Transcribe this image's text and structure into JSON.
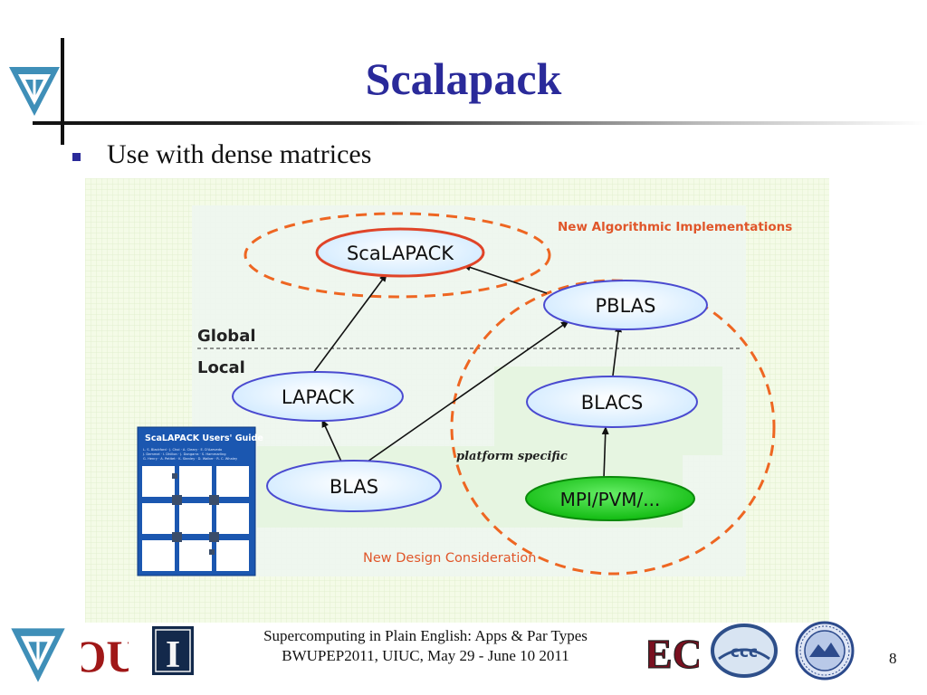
{
  "slide": {
    "title": "Scalapack",
    "bullets": [
      "Use with dense matrices"
    ],
    "slide_number": "8"
  },
  "footer": {
    "line1": "Supercomputing in Plain English: Apps & Par Types",
    "line2": "BWUPEP2011, UIUC, May 29 - June 10 2011"
  },
  "diagram": {
    "regions": {
      "top": "New Algorithmic Implementations",
      "global": "Global",
      "local": "Local",
      "platform": "platform specific",
      "bottom": "New Design Consideration"
    },
    "nodes": {
      "scalapack": "ScaLAPACK",
      "pblas": "PBLAS",
      "lapack": "LAPACK",
      "blacs": "BLACS",
      "blas": "BLAS",
      "mpi": "MPI/PVM/..."
    },
    "book": {
      "title": "ScaLAPACK Users' Guide",
      "authors_line1": "L. S. Blackford · J. Choi · A. Cleary · E. D'Azevedo",
      "authors_line2": "J. Demmel · I. Dhillon · J. Dongarra · S. Hammarling",
      "authors_line3": "G. Henry · A. Petitet · K. Stanley · D. Walker · R. C. Whaley"
    }
  },
  "logos": {
    "ou": "OU",
    "illinois": "I",
    "ec": "EC",
    "ccc": "ccc"
  },
  "colors": {
    "title": "#2a2a9a",
    "accent_orange": "#ee6622",
    "node_fill": "#dff1ff",
    "node_stroke": "#4a4ad0",
    "mpi_fill": "#22cc22"
  }
}
